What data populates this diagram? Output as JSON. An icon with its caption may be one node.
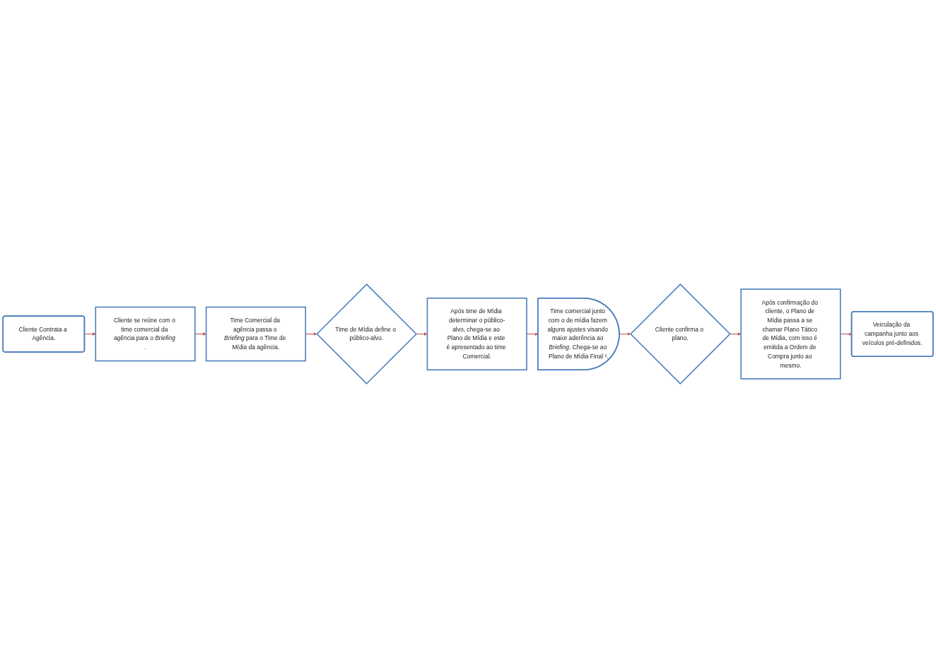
{
  "diagram": {
    "nodes": [
      {
        "text": [
          "Cliente Contrata a Agência."
        ]
      },
      {
        "text": [
          "Cliente se reúne com o time comercial da agência para o *Briefing* ."
        ]
      },
      {
        "text": [
          "Time Comercial da agência passa o *Briefing* para o Time de Mídia da agência."
        ]
      },
      {
        "text": [
          "Time comercial junto com o de mídia fazem alguns ajustes visando maior aderência ao *Briefing*. Chega-se ao Plano de Mídia Final ²."
        ]
      },
      {
        "text": [
          "Após time de Mídia determinar o público-alvo, chega-se ao Plano de Mídia e este é apresentado ao time Comercial."
        ]
      },
      {
        "text": [
          "Time de Mídia define o público-alvo."
        ]
      },
      {
        "text": [
          "Cliente confirma o plano."
        ]
      },
      {
        "text": [
          "Após confirmação do cliente, o Plano de Mídia passa a se chamar Plano Tático de Mídia, com isso é emitida a Ordem de Compra junto ao mesmo."
        ]
      },
      {
        "text": [
          "Veiculação da campanha junto aos veículos pré-definidos."
        ]
      }
    ],
    "edges": [
      {
        "from": 0,
        "to": 1,
        "arrow": "to"
      },
      {
        "from": 1,
        "to": 2,
        "arrow": "to"
      },
      {
        "from": 2,
        "to": 5,
        "arrow": "to"
      },
      {
        "from": 5,
        "to": 4,
        "arrow": "to"
      },
      {
        "from": 4,
        "to": 3,
        "arrow": "to"
      },
      {
        "from": 3,
        "to": 6,
        "arrow": "to"
      },
      {
        "from": 6,
        "to": 7,
        "arrow": "to"
      },
      {
        "from": 7,
        "to": 8,
        "arrow": "to"
      }
    ]
  }
}
